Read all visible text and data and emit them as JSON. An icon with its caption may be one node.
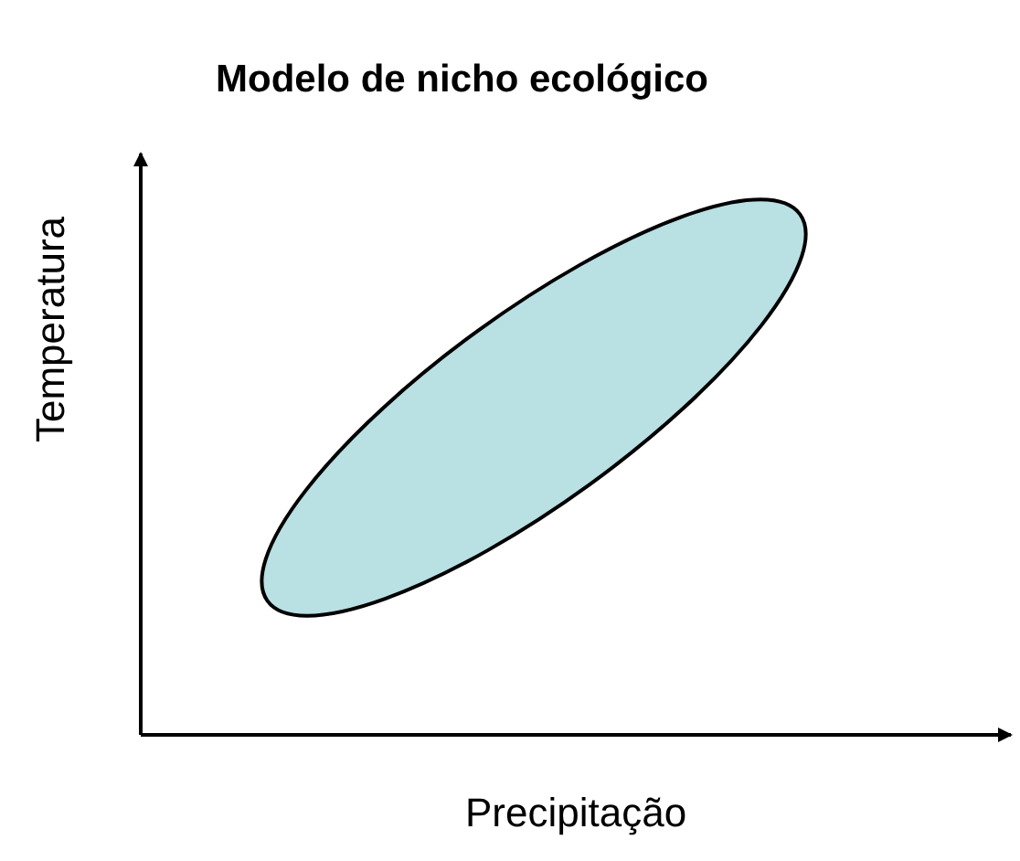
{
  "diagram": {
    "title": "Modelo de nicho ecológico",
    "nodes": [
      {
        "text": [],
        "shape": "ellipse"
      }
    ],
    "labels": [
      "Temperatura",
      "Precipitação"
    ]
  }
}
